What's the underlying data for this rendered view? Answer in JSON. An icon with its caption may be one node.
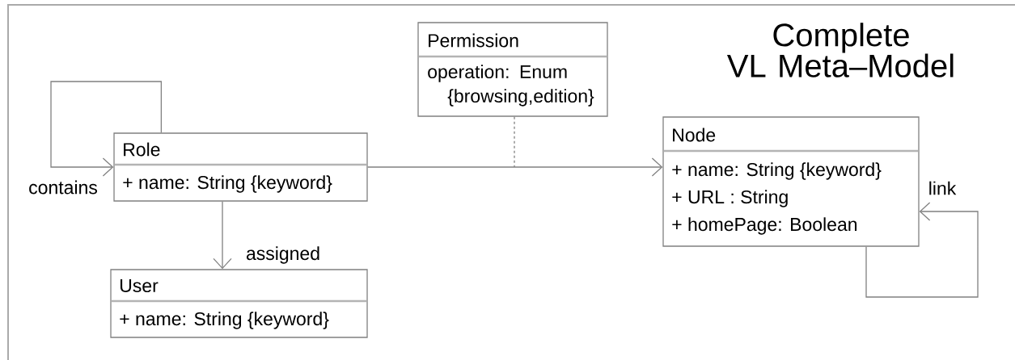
{
  "diagram": {
    "title": "Complete VL Meta–Model",
    "nodes": [
      {
        "text": [
          "Permission",
          "operation: Enum {browsing,edition}"
        ]
      },
      {
        "text": [
          "Role",
          "+ name: String {keyword}"
        ]
      },
      {
        "text": [
          "Node",
          "+ name: String {keyword}",
          "+ URL : String",
          "+ homePage: Boolean"
        ]
      },
      {
        "text": [
          "User",
          "+ name: String {keyword}"
        ]
      }
    ],
    "edges": [
      {
        "from": 1,
        "to": 1,
        "arrow": "to",
        "label": "contains"
      },
      {
        "from": 1,
        "to": 2,
        "arrow": "to"
      },
      {
        "from": 1,
        "to": 3,
        "arrow": "to",
        "label": "assigned"
      },
      {
        "from": 2,
        "to": 2,
        "arrow": "to",
        "label": "link"
      },
      {
        "from": 0,
        "to": null,
        "arrow": "none",
        "style": "dashed"
      }
    ]
  }
}
